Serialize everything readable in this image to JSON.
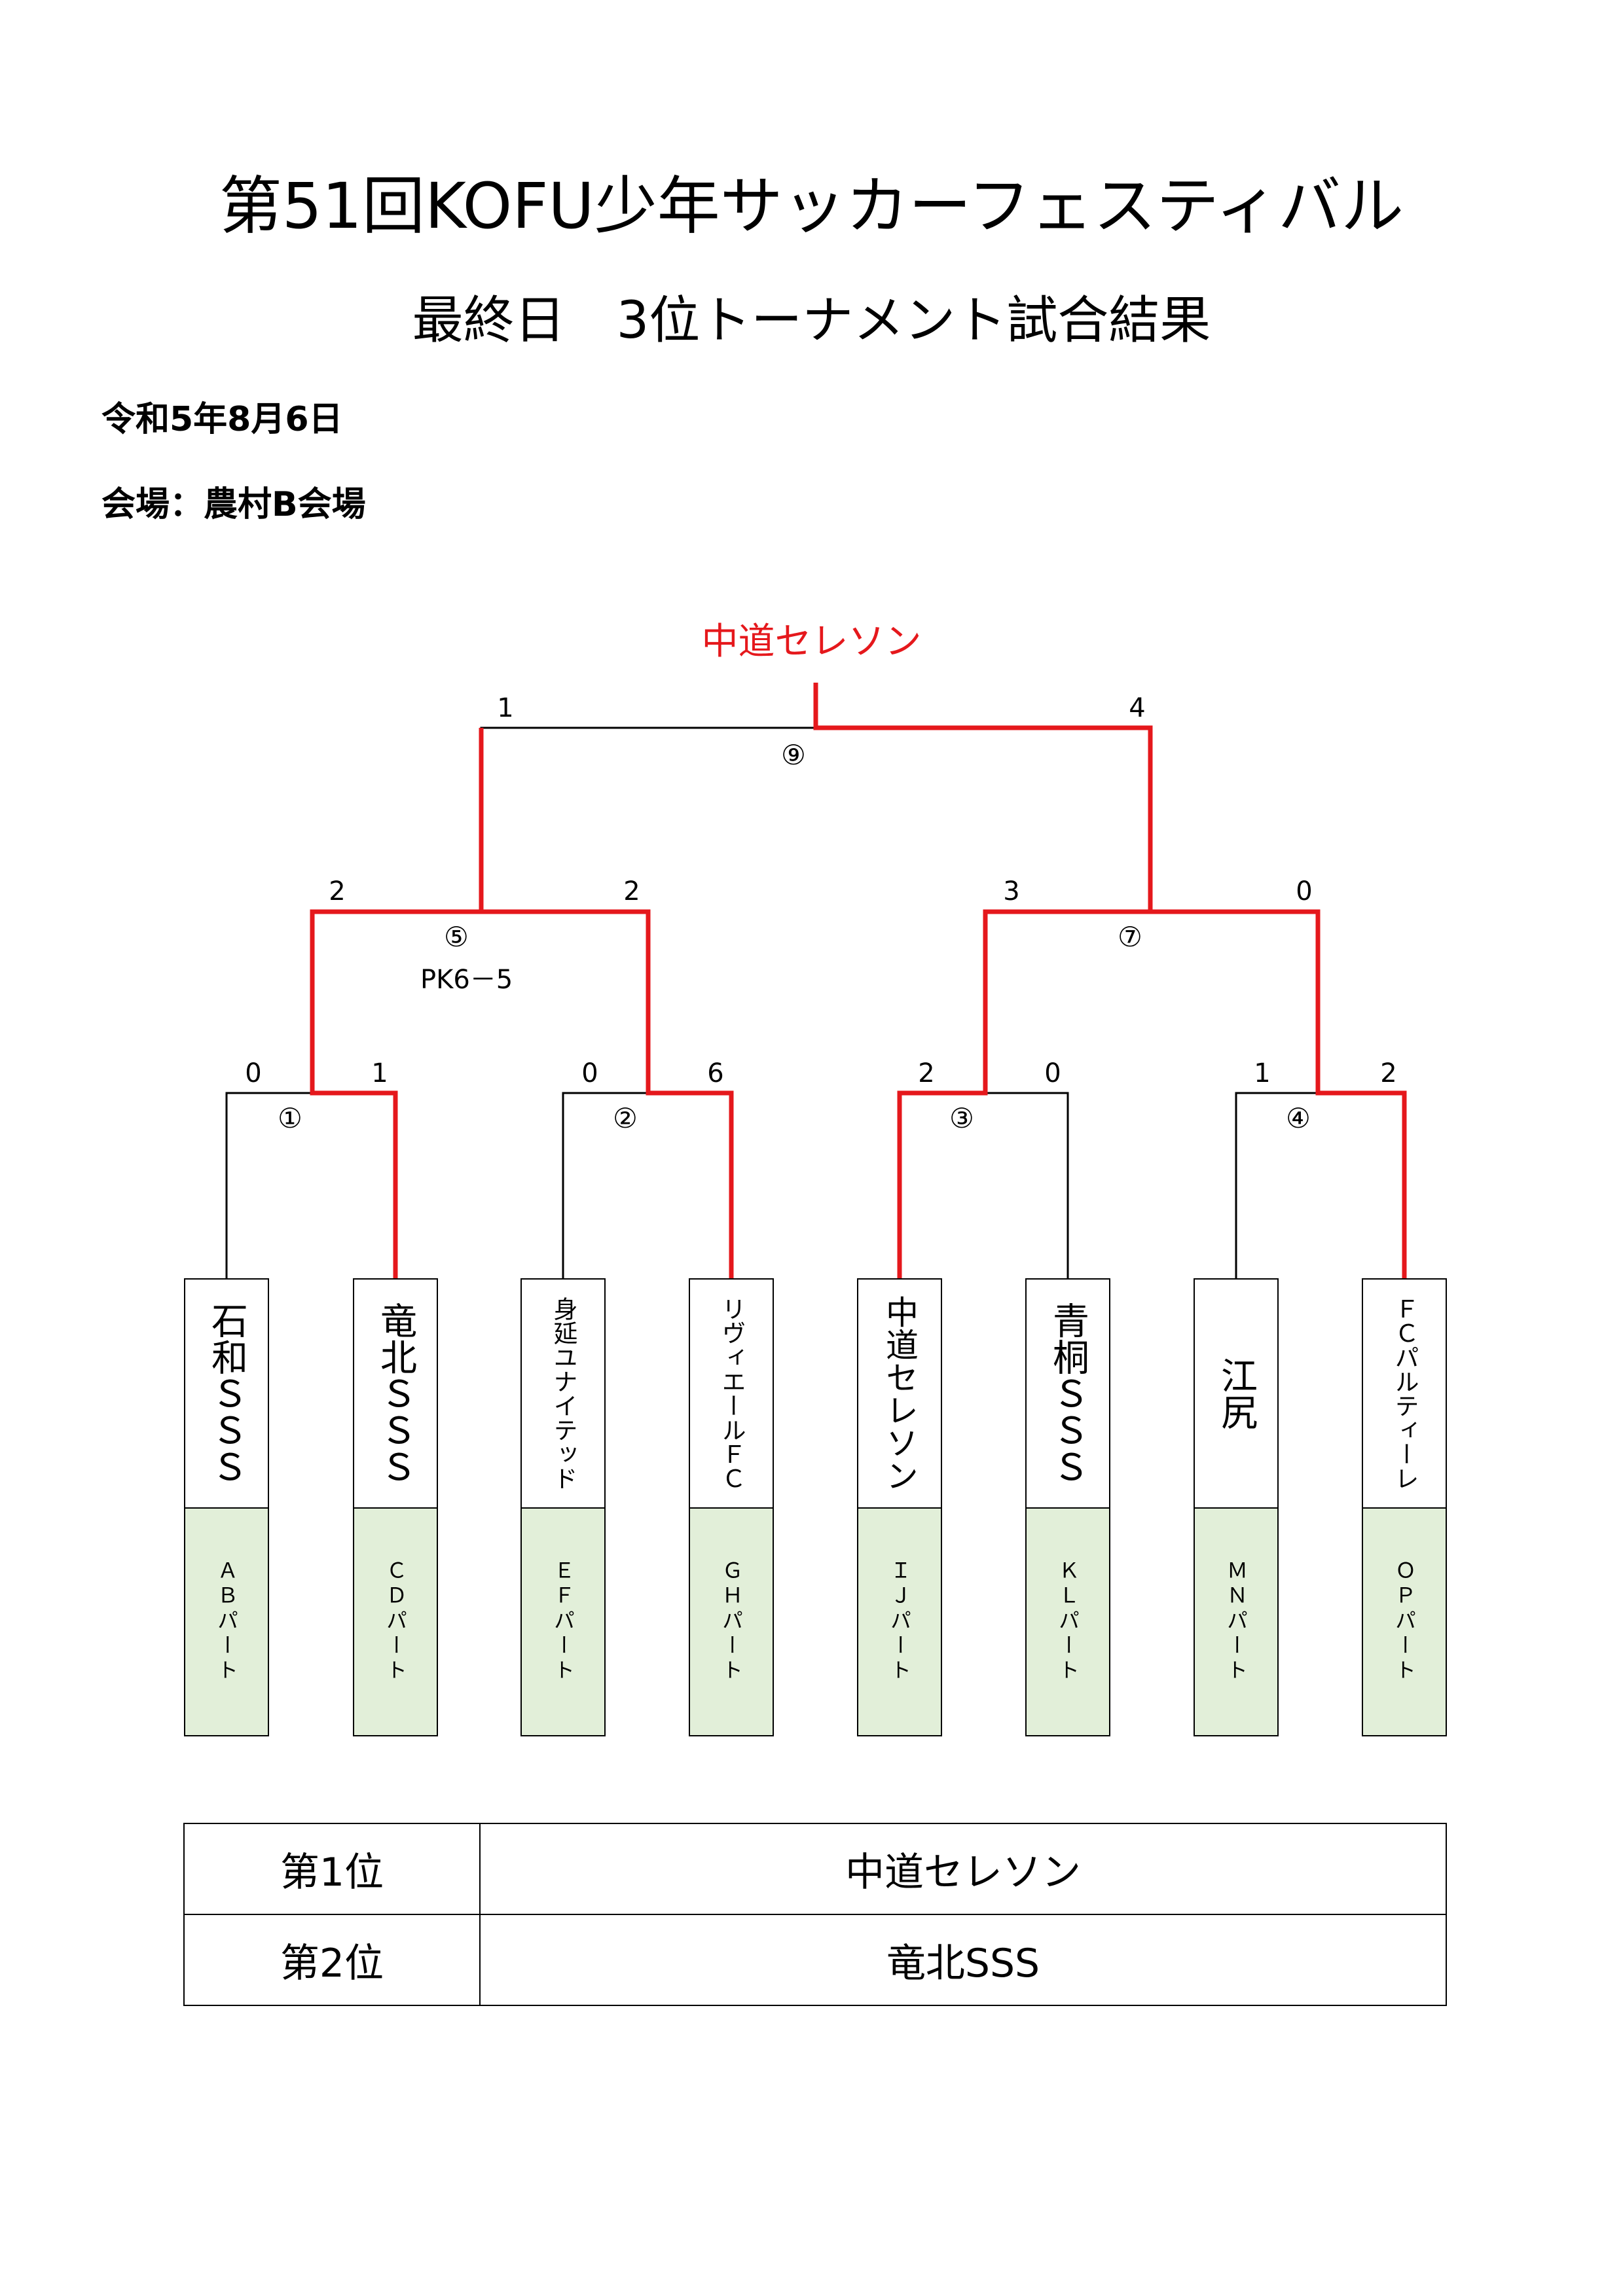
{
  "document": {
    "title": "第51回KOFU少年サッカーフェスティバル",
    "subtitle": "最終日　3位トーナメント試合結果",
    "date": "令和5年8月6日",
    "venue": "会場：農村B会場"
  },
  "colors": {
    "winner_line": "#e5181c",
    "line": "#000000",
    "part_fill": "#e2efd9"
  },
  "bracket": {
    "champion": "中道セレソン",
    "matches": [
      {
        "label": "①",
        "left_score": "0",
        "right_score": "1"
      },
      {
        "label": "②",
        "left_score": "0",
        "right_score": "6"
      },
      {
        "label": "③",
        "left_score": "2",
        "right_score": "0"
      },
      {
        "label": "④",
        "left_score": "1",
        "right_score": "2"
      },
      {
        "label": "⑤",
        "left_score": "2",
        "right_score": "2",
        "note": "PK6－5"
      },
      {
        "label": "⑦",
        "left_score": "3",
        "right_score": "0"
      },
      {
        "label": "⑨",
        "left_score": "1",
        "right_score": "4"
      }
    ],
    "teams": [
      {
        "name": "石和ＳＳＳ",
        "part": "ＡＢパート"
      },
      {
        "name": "竜北ＳＳＳ",
        "part": "ＣＤパート"
      },
      {
        "name": "身延ユナイテッド",
        "part": "ＥＦパート"
      },
      {
        "name": "リヴィエールＦＣ",
        "part": "ＧＨパート"
      },
      {
        "name": "中道セレソン",
        "part": "ＩＪパート"
      },
      {
        "name": "青桐ＳＳＳ",
        "part": "ＫＬパート"
      },
      {
        "name": "江尻",
        "part": "ＭＮパート"
      },
      {
        "name": "ＦＣパルティーレ",
        "part": "ＯＰパート"
      }
    ]
  },
  "results": {
    "rows": [
      {
        "rank": "第1位",
        "team": "中道セレソン"
      },
      {
        "rank": "第2位",
        "team": "竜北SSS"
      }
    ]
  }
}
